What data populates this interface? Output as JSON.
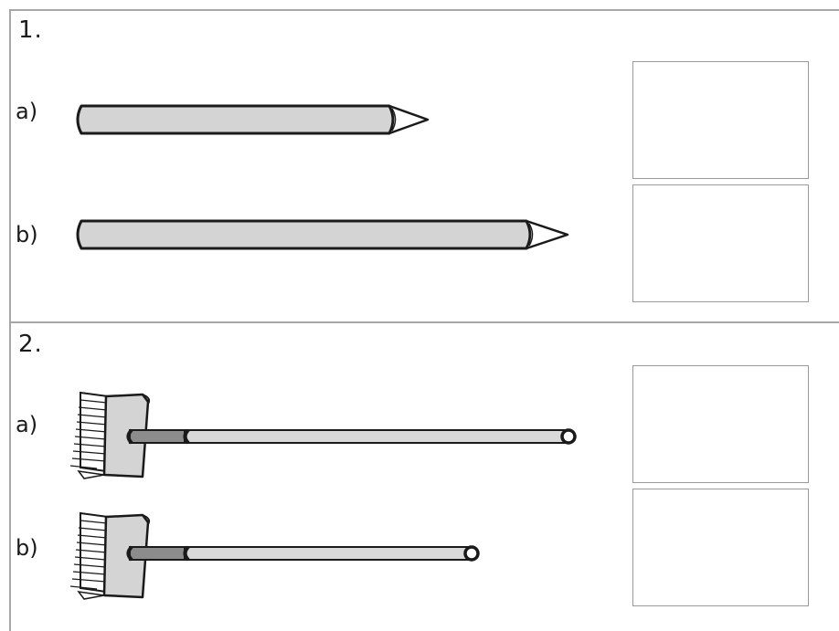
{
  "questions": [
    {
      "number": "1.",
      "items": [
        {
          "label": "a)",
          "picture": "pencil-short-icon"
        },
        {
          "label": "b)",
          "picture": "pencil-long-icon"
        }
      ]
    },
    {
      "number": "2.",
      "items": [
        {
          "label": "a)",
          "picture": "broom-long-icon"
        },
        {
          "label": "b)",
          "picture": "broom-short-icon"
        }
      ]
    }
  ],
  "colors": {
    "frame": "#a7a7a7",
    "pencil_fill": "#d4d4d4",
    "handle_light": "#d9d9d9",
    "handle_dark": "#8c8c8c"
  }
}
